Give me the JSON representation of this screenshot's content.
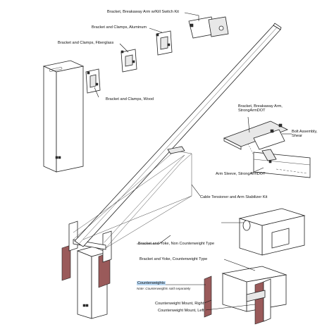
{
  "labels": {
    "breakaway_kill": "Bracket, Breakaway Arm w/Kill Switch Kit",
    "clamps_aluminum": "Bracket and Clamps, Aluminum",
    "clamps_fiberglass": "Bracket and Clamps, Fiberglass",
    "clamps_wood": "Bracket and Clamps, Wood",
    "breakaway_strongarm_1": "Bracket, Breakaway Arm,",
    "breakaway_strongarm_2": "StrongArmDOT",
    "bolt_assembly_1": "Bolt Assembly,",
    "bolt_assembly_2": "Shear",
    "arm_sleeve": "Arm Sleeve, StrongArmDOT",
    "cable_tensioner": "Cable Tensioner and Arm Stabilizer Kit",
    "yoke_non_cw": "Bracket and Yoke, Non Counterweight Type",
    "yoke_cw": "Bracket and Yoke, Counterweight Type",
    "counterweights": "Counterweights",
    "counterweights_note": "Note: Counterweights sold separately",
    "cw_mount_right": "Counterweight Mount, Right",
    "cw_mount_left": "Counterweight Mount, Left"
  }
}
